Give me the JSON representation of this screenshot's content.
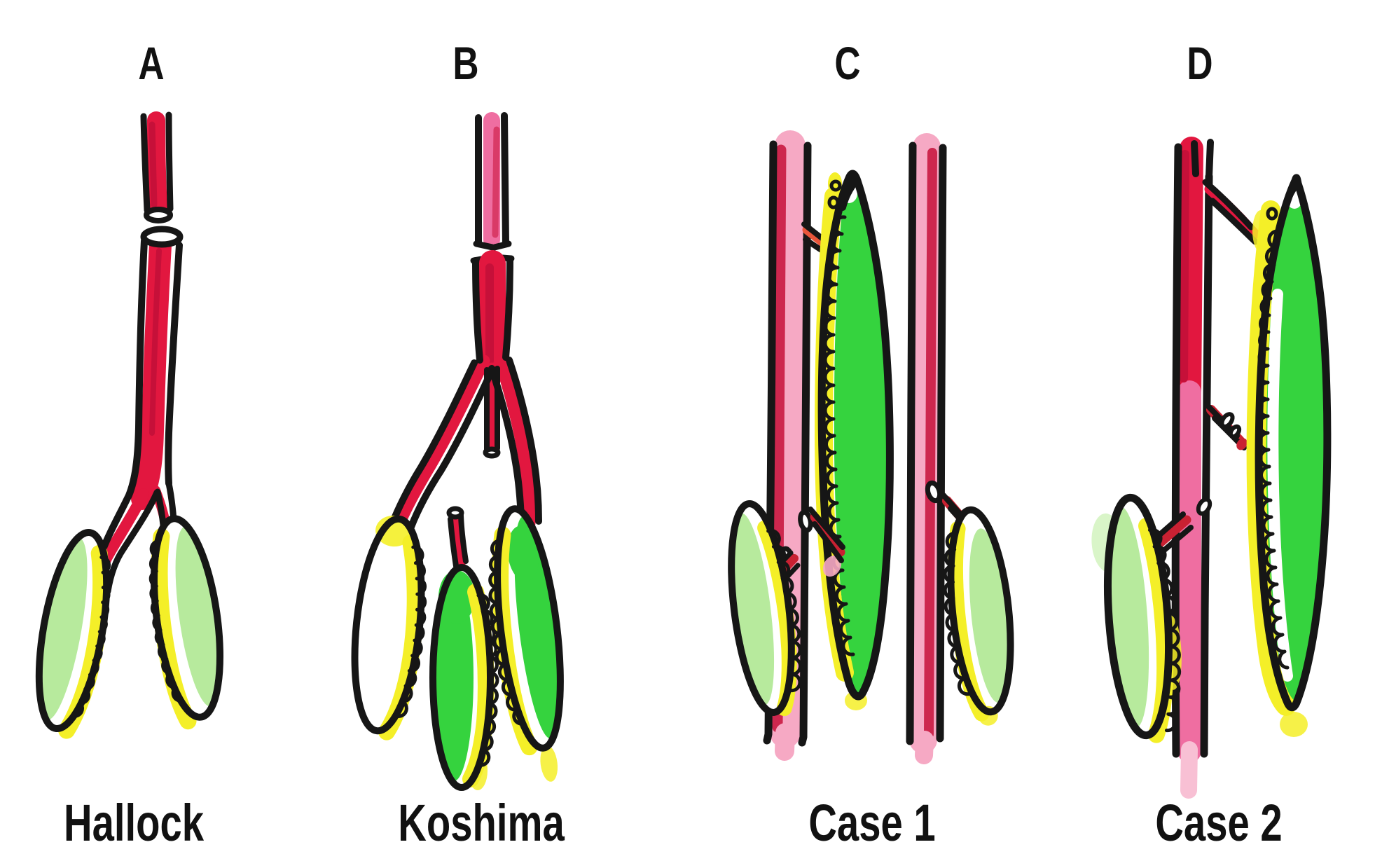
{
  "figure": {
    "panels": [
      {
        "letter": "A",
        "caption": "Hallock"
      },
      {
        "letter": "B",
        "caption": "Koshima"
      },
      {
        "letter": "C",
        "caption": "Case 1"
      },
      {
        "letter": "D",
        "caption": "Case 2"
      }
    ],
    "colors": {
      "ink": "#161616",
      "stem_red": "#e2173f",
      "stem_crimson": "#c61039",
      "stem_pink": "#ef6ea1",
      "stem_pink_light": "#f6a9c4",
      "stem_pink_wash": "#f8c0d4",
      "petiole_red": "#c92132",
      "branch_orange": "#e8553a",
      "leaf_green": "#35d33e",
      "leaf_green_pale": "#b7ea9d",
      "leaf_green_faint": "#d9f5c8",
      "leaf_yellow": "#f4ef28"
    }
  }
}
